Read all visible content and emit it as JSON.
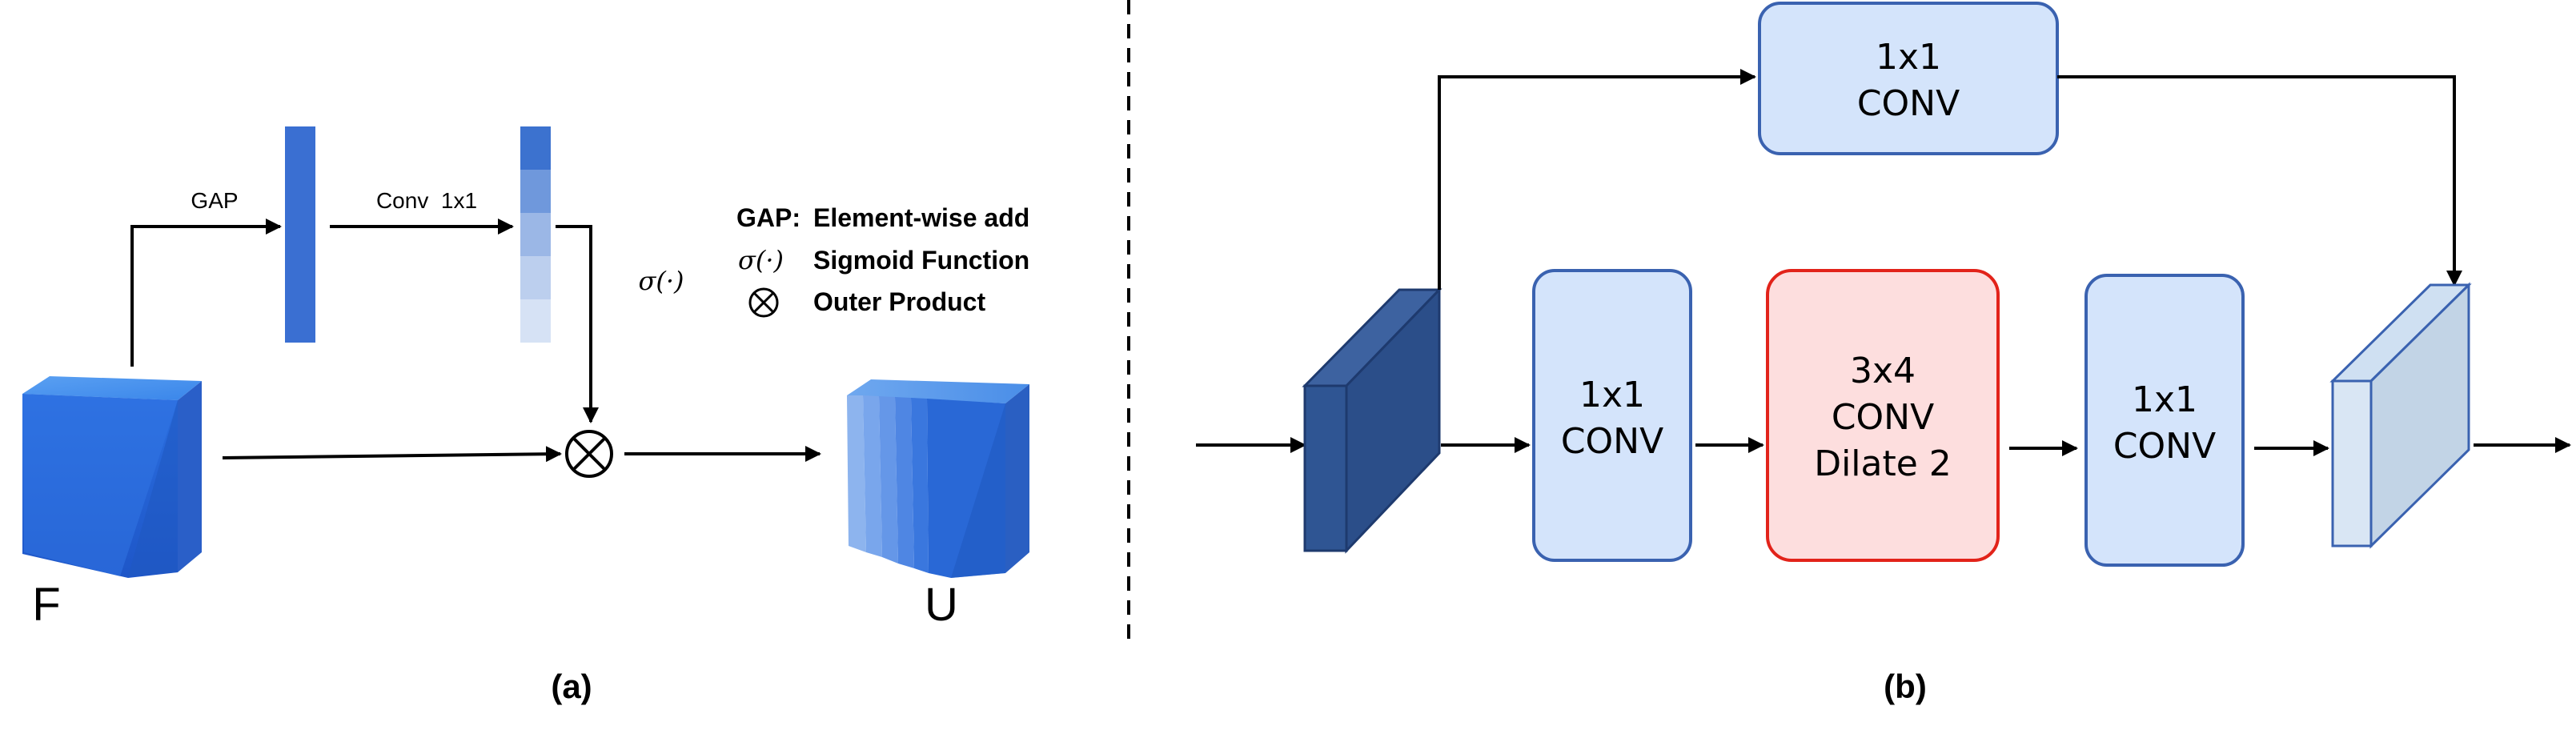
{
  "panel_a": {
    "caption": "(a)",
    "input_label": "F",
    "output_label": "U",
    "gap_label": "GAP",
    "conv_label": "Conv  1x1",
    "sigma_label": "σ(·)",
    "legend": {
      "gap_key": "GAP:",
      "gap_value": "Element-wise add",
      "sigma_key": "σ(·)",
      "sigma_value": "Sigmoid Function",
      "outer_value": "Outer Product"
    }
  },
  "panel_b": {
    "caption": "(b)",
    "top_conv": {
      "line1": "1x1",
      "line2": "CONV"
    },
    "conv1": {
      "line1": "1x1",
      "line2": "CONV"
    },
    "dilated": {
      "line1": "3x4",
      "line2": "CONV",
      "line3": "Dilate 2"
    },
    "conv2": {
      "line1": "1x1",
      "line2": "CONV"
    }
  },
  "colors": {
    "light_box_fill": "#d4e4fb",
    "box_stroke": "#3a62b0",
    "red_box_fill": "#fddede",
    "red_box_stroke": "#e2231a",
    "dark_block": "#2b4e89",
    "light_block": "#d9e6f4",
    "cube_blue": "#2563d6"
  }
}
